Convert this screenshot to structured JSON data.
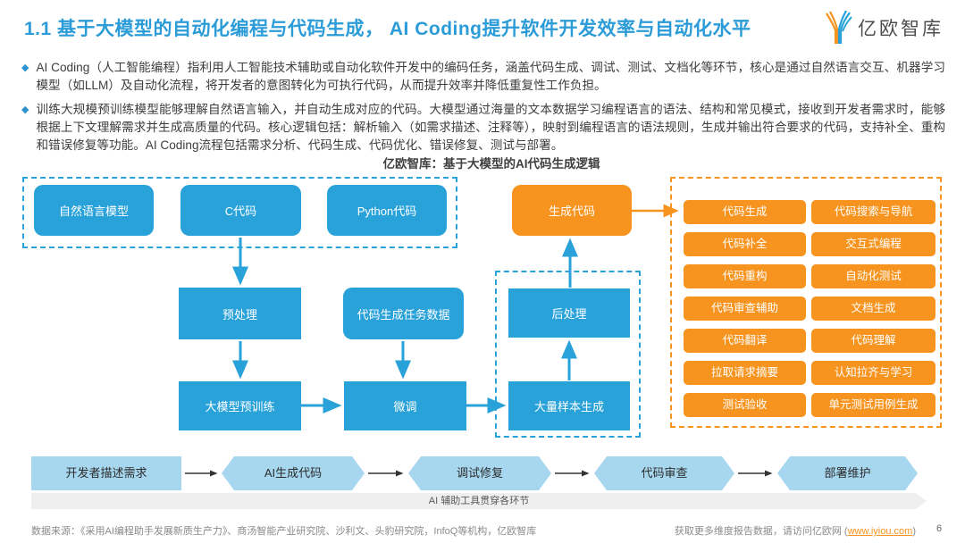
{
  "header": {
    "title": "1.1 基于大模型的自动化编程与代码生成， AI Coding提升软件开发效率与自动化水平",
    "logo_text": "亿欧智库"
  },
  "bullets": [
    "AI Coding（人工智能编程）指利用人工智能技术辅助或自动化软件开发中的编码任务，涵盖代码生成、调试、测试、文档化等环节，核心是通过自然语言交互、机器学习模型（如LLM）及自动化流程，将开发者的意图转化为可执行代码，从而提升效率并降低重复性工作负担。",
    "训练大规模预训练模型能够理解自然语言输入，并自动生成对应的代码。大模型通过海量的文本数据学习编程语言的语法、结构和常见模式，接收到开发者需求时，能够根据上下文理解需求并生成高质量的代码。核心逻辑包括：解析输入（如需求描述、注释等），映射到编程语言的语法规则，生成并输出符合要求的代码，支持补全、重构和错误修复等功能。AI Coding流程包括需求分析、代码生成、代码优化、错误修复、测试与部署。"
  ],
  "diagram": {
    "title": "亿欧智库：基于大模型的AI代码生成逻辑",
    "inputs": [
      "自然语言模型",
      "C代码",
      "Python代码"
    ],
    "flow": {
      "preprocess": "预处理",
      "task_data": "代码生成任务数据",
      "pretrain": "大模型预训练",
      "finetune": "微调",
      "postprocess": "后处理",
      "sample_gen": "大量样本生成",
      "gen_code": "生成代码"
    },
    "features": [
      "代码生成",
      "代码搜索与导航",
      "代码补全",
      "交互式编程",
      "代码重构",
      "自动化测试",
      "代码审查辅助",
      "文档生成",
      "代码翻译",
      "代码理解",
      "拉取请求摘要",
      "认知拉齐与学习",
      "测试验收",
      "单元测试用例生成"
    ]
  },
  "pipeline": {
    "steps": [
      "开发者描述需求",
      "AI生成代码",
      "调试修复",
      "代码审查",
      "部署维护"
    ],
    "banner": "AI 辅助工具贯穿各环节"
  },
  "footer": {
    "source": "数据来源：《采用AI编程助手发展新质生产力》、商汤智能产业研究院、沙利文、头豹研究院，InfoQ等机构，亿欧智库",
    "more_prefix": "获取更多维度报告数据，请访问亿欧网 (",
    "link": "www.iyiou.com",
    "more_suffix": ")",
    "page": "6"
  },
  "colors": {
    "title_blue": "#2b9cd8",
    "box_blue": "#29a2d9",
    "box_orange": "#f6941f",
    "light_blue": "#a7d7ef",
    "banner_gray": "#efefef"
  }
}
